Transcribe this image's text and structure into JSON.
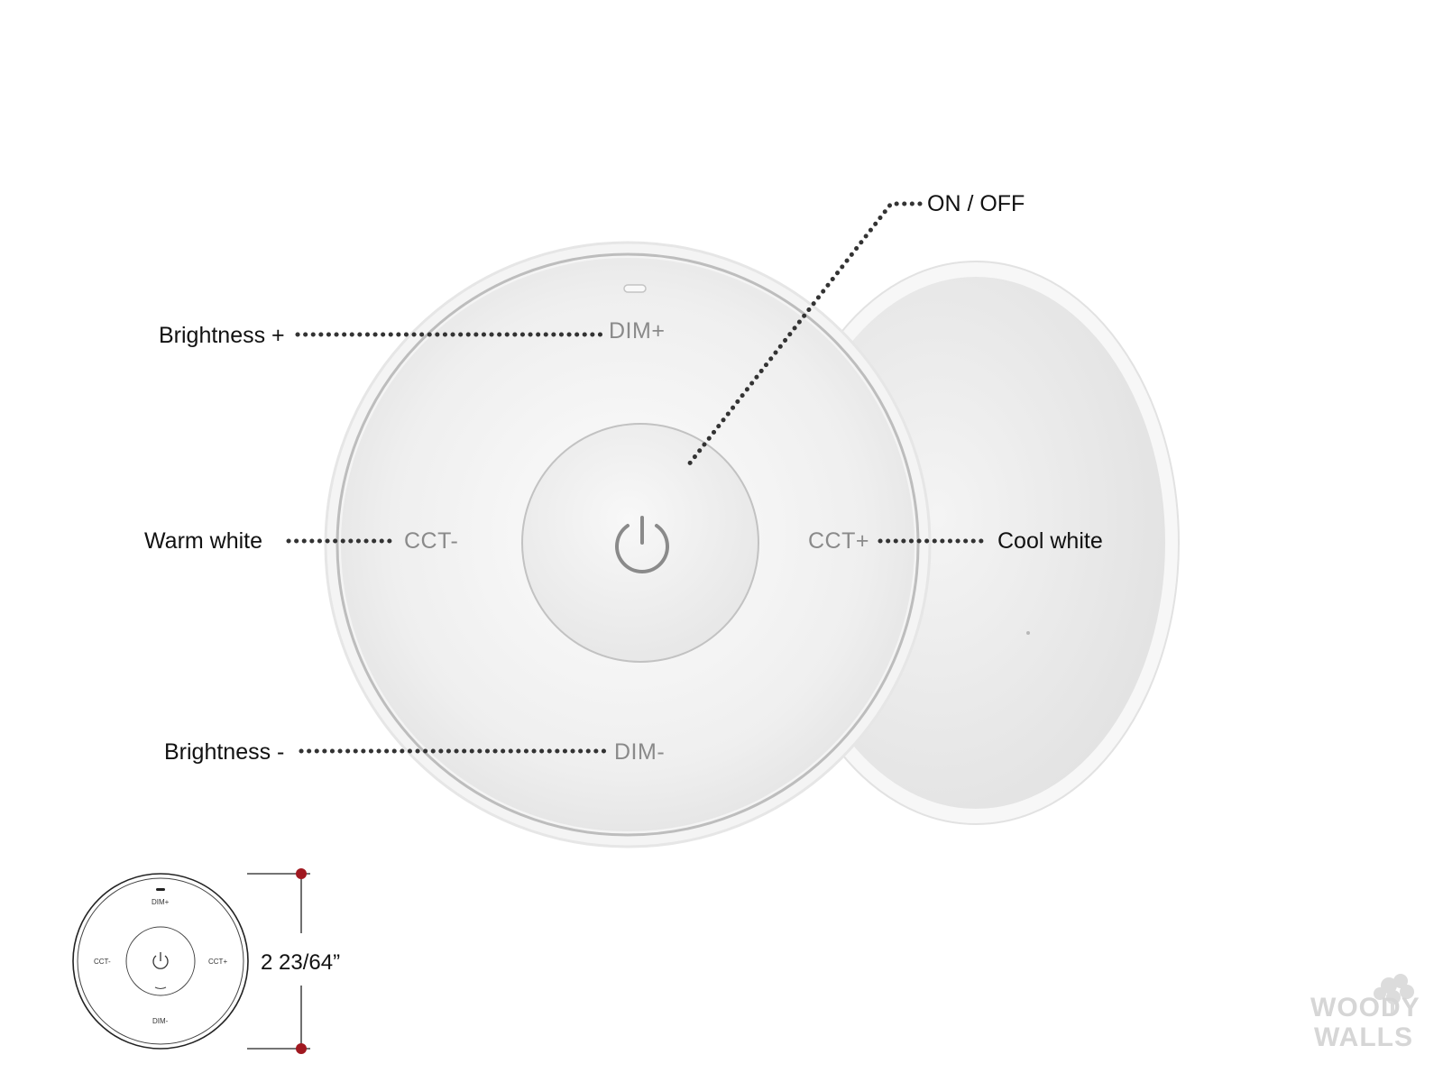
{
  "callouts": {
    "on_off": "ON / OFF",
    "brightness_plus": "Brightness +",
    "warm_white": "Warm white",
    "cool_white": "Cool white",
    "brightness_minus": "Brightness -"
  },
  "buttons": {
    "dim_plus": "DIM+",
    "cct_minus": "CCT-",
    "cct_plus": "CCT+",
    "dim_minus": "DIM-"
  },
  "mini": {
    "dim_plus": "DIM+",
    "cct_minus": "CCT-",
    "cct_plus": "CCT+",
    "dim_minus": "DIM-"
  },
  "dimension": {
    "value": "2  23/64”"
  },
  "watermark": {
    "line1": "WOODY",
    "line2": "WALLS"
  },
  "colors": {
    "marker": "#a01820",
    "device_body": "#f2f2f2",
    "label_gray": "#8a8a8a"
  }
}
